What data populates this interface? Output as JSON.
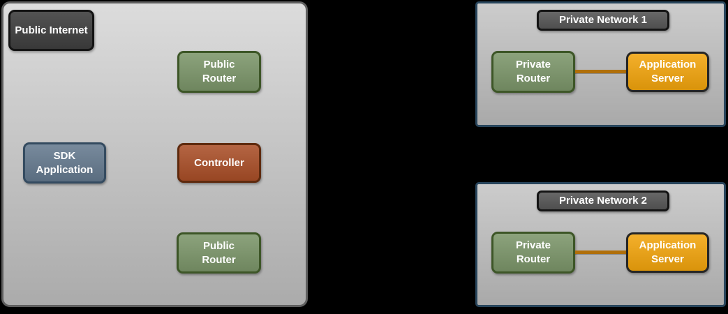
{
  "diagram": {
    "public_zone": {
      "label": "Public Internet",
      "public_router_top": "Public Router",
      "sdk_application": "SDK Application",
      "controller": "Controller",
      "public_router_bottom": "Public Router"
    },
    "private_network_1": {
      "title": "Private Network 1",
      "private_router": "Private Router",
      "application_server": "Application Server"
    },
    "private_network_2": {
      "title": "Private Network 2",
      "private_router": "Private Router",
      "application_server": "Application Server"
    }
  },
  "colors": {
    "canvas-bg": "#000000",
    "zone-fill-top": "#dcdcdc",
    "zone-fill-bottom": "#ababab",
    "zone-border": "#5f5f5f",
    "network-fill-top": "#cccccc",
    "network-fill-bottom": "#a9a9a9",
    "network-border": "#28455c",
    "dark-label-fill": "#3f3f3f",
    "dark-label-border": "#141414",
    "net-label-fill": "#575757",
    "router-fill": "#7b9569",
    "router-border": "#3d5627",
    "sdk-fill": "#64798e",
    "sdk-border": "#344b60",
    "controller-fill": "#a94e27",
    "controller-border": "#5e2a0e",
    "server-fill": "#f2a40c",
    "server-border": "#262626",
    "link-color": "#b06f0a",
    "text-color": "#ffffff"
  }
}
